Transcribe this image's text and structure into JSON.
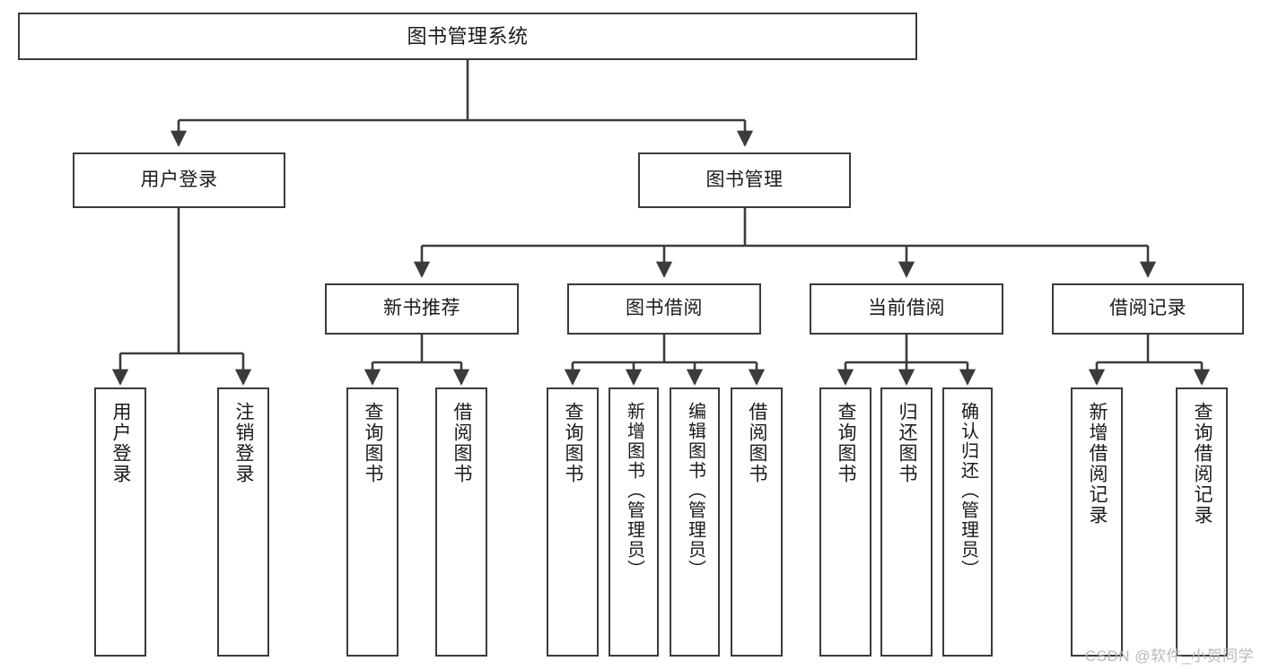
{
  "diagram": {
    "title": "图书管理系统",
    "type": "functional-structure-tree",
    "root": {
      "label": "图书管理系统"
    },
    "level2": [
      {
        "label": "用户登录"
      },
      {
        "label": "图书管理"
      }
    ],
    "level3": [
      {
        "label": "新书推荐"
      },
      {
        "label": "图书借阅"
      },
      {
        "label": "当前借阅"
      },
      {
        "label": "借阅记录"
      }
    ],
    "leaves": {
      "user_login": [
        {
          "label": "用户登录"
        },
        {
          "label": "注销登录"
        }
      ],
      "new_book_recommend": [
        {
          "label": "查询图书"
        },
        {
          "label": "借阅图书"
        }
      ],
      "book_borrow": [
        {
          "label": "查询图书"
        },
        {
          "label": "新增图书（管理员）"
        },
        {
          "label": "编辑图书（管理员）"
        },
        {
          "label": "借阅图书"
        }
      ],
      "current_borrow": [
        {
          "label": "查询图书"
        },
        {
          "label": "归还图书"
        },
        {
          "label": "确认归还（管理员）"
        }
      ],
      "borrow_record": [
        {
          "label": "新增借阅记录"
        },
        {
          "label": "查询借阅记录"
        }
      ]
    }
  },
  "watermark": {
    "text": "CSDN @软件_小贺同学"
  },
  "colors": {
    "stroke": "#3b3b3b",
    "fill": "#ffffff",
    "text": "#1a1a1a",
    "watermark": "#b9b9b9"
  }
}
